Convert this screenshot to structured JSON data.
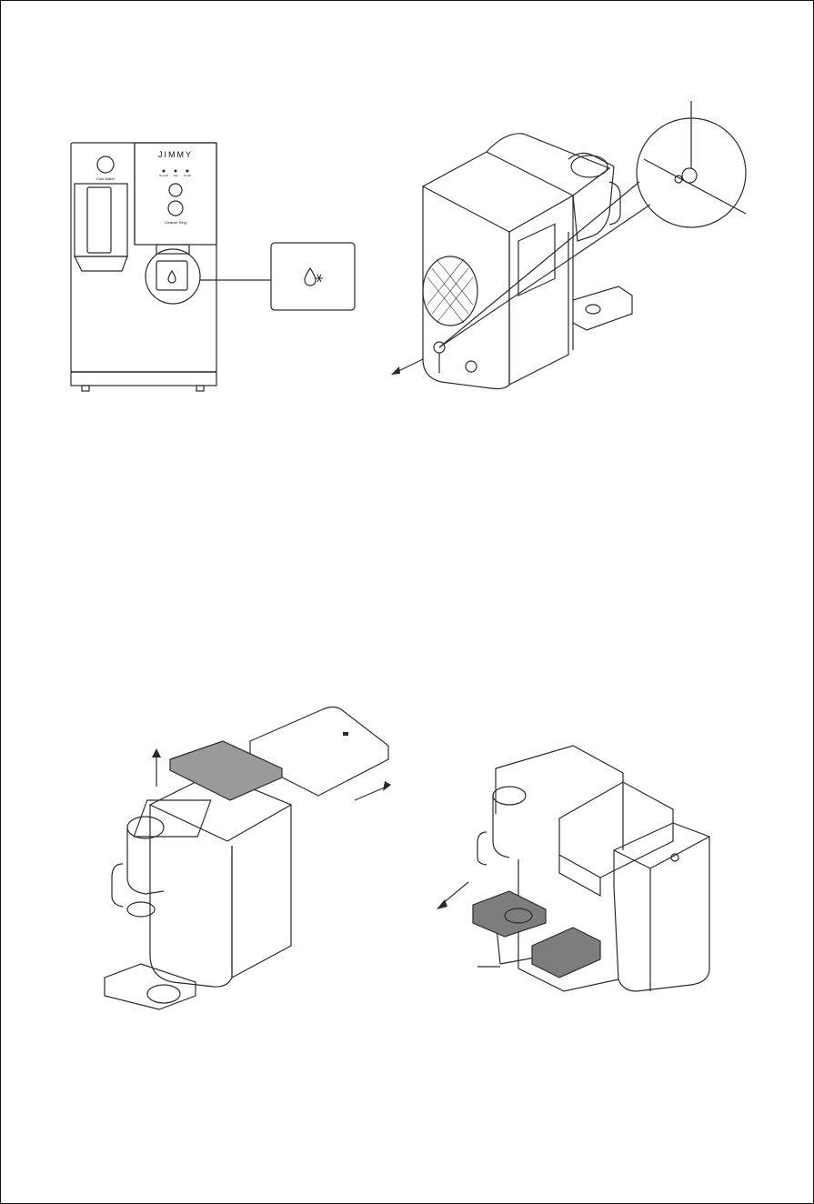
{
  "front_panel": {
    "brand": "JIMMY",
    "button_left_label": "Cold Water",
    "button_right_label": "Cleanse Ring",
    "icon_buttons": [
      "Normal",
      "Tea",
      "Small"
    ]
  },
  "colors": {
    "ink": "#111111",
    "line": "#2a2a2a",
    "lid_fill": "#9a9a9a",
    "tray_fill": "#7d7d7d",
    "paper": "#ffffff"
  }
}
